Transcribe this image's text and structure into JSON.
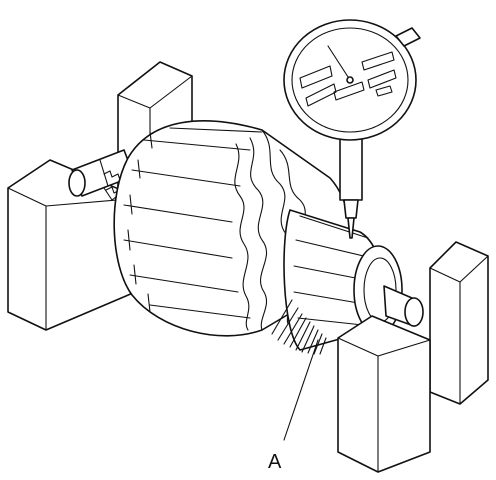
{
  "diagram": {
    "callout_label": "A",
    "colors": {
      "line": "#111111",
      "background": "#ffffff"
    },
    "parts": [
      "left-v-block",
      "right-v-block",
      "armature",
      "commutator",
      "dial-indicator"
    ]
  }
}
